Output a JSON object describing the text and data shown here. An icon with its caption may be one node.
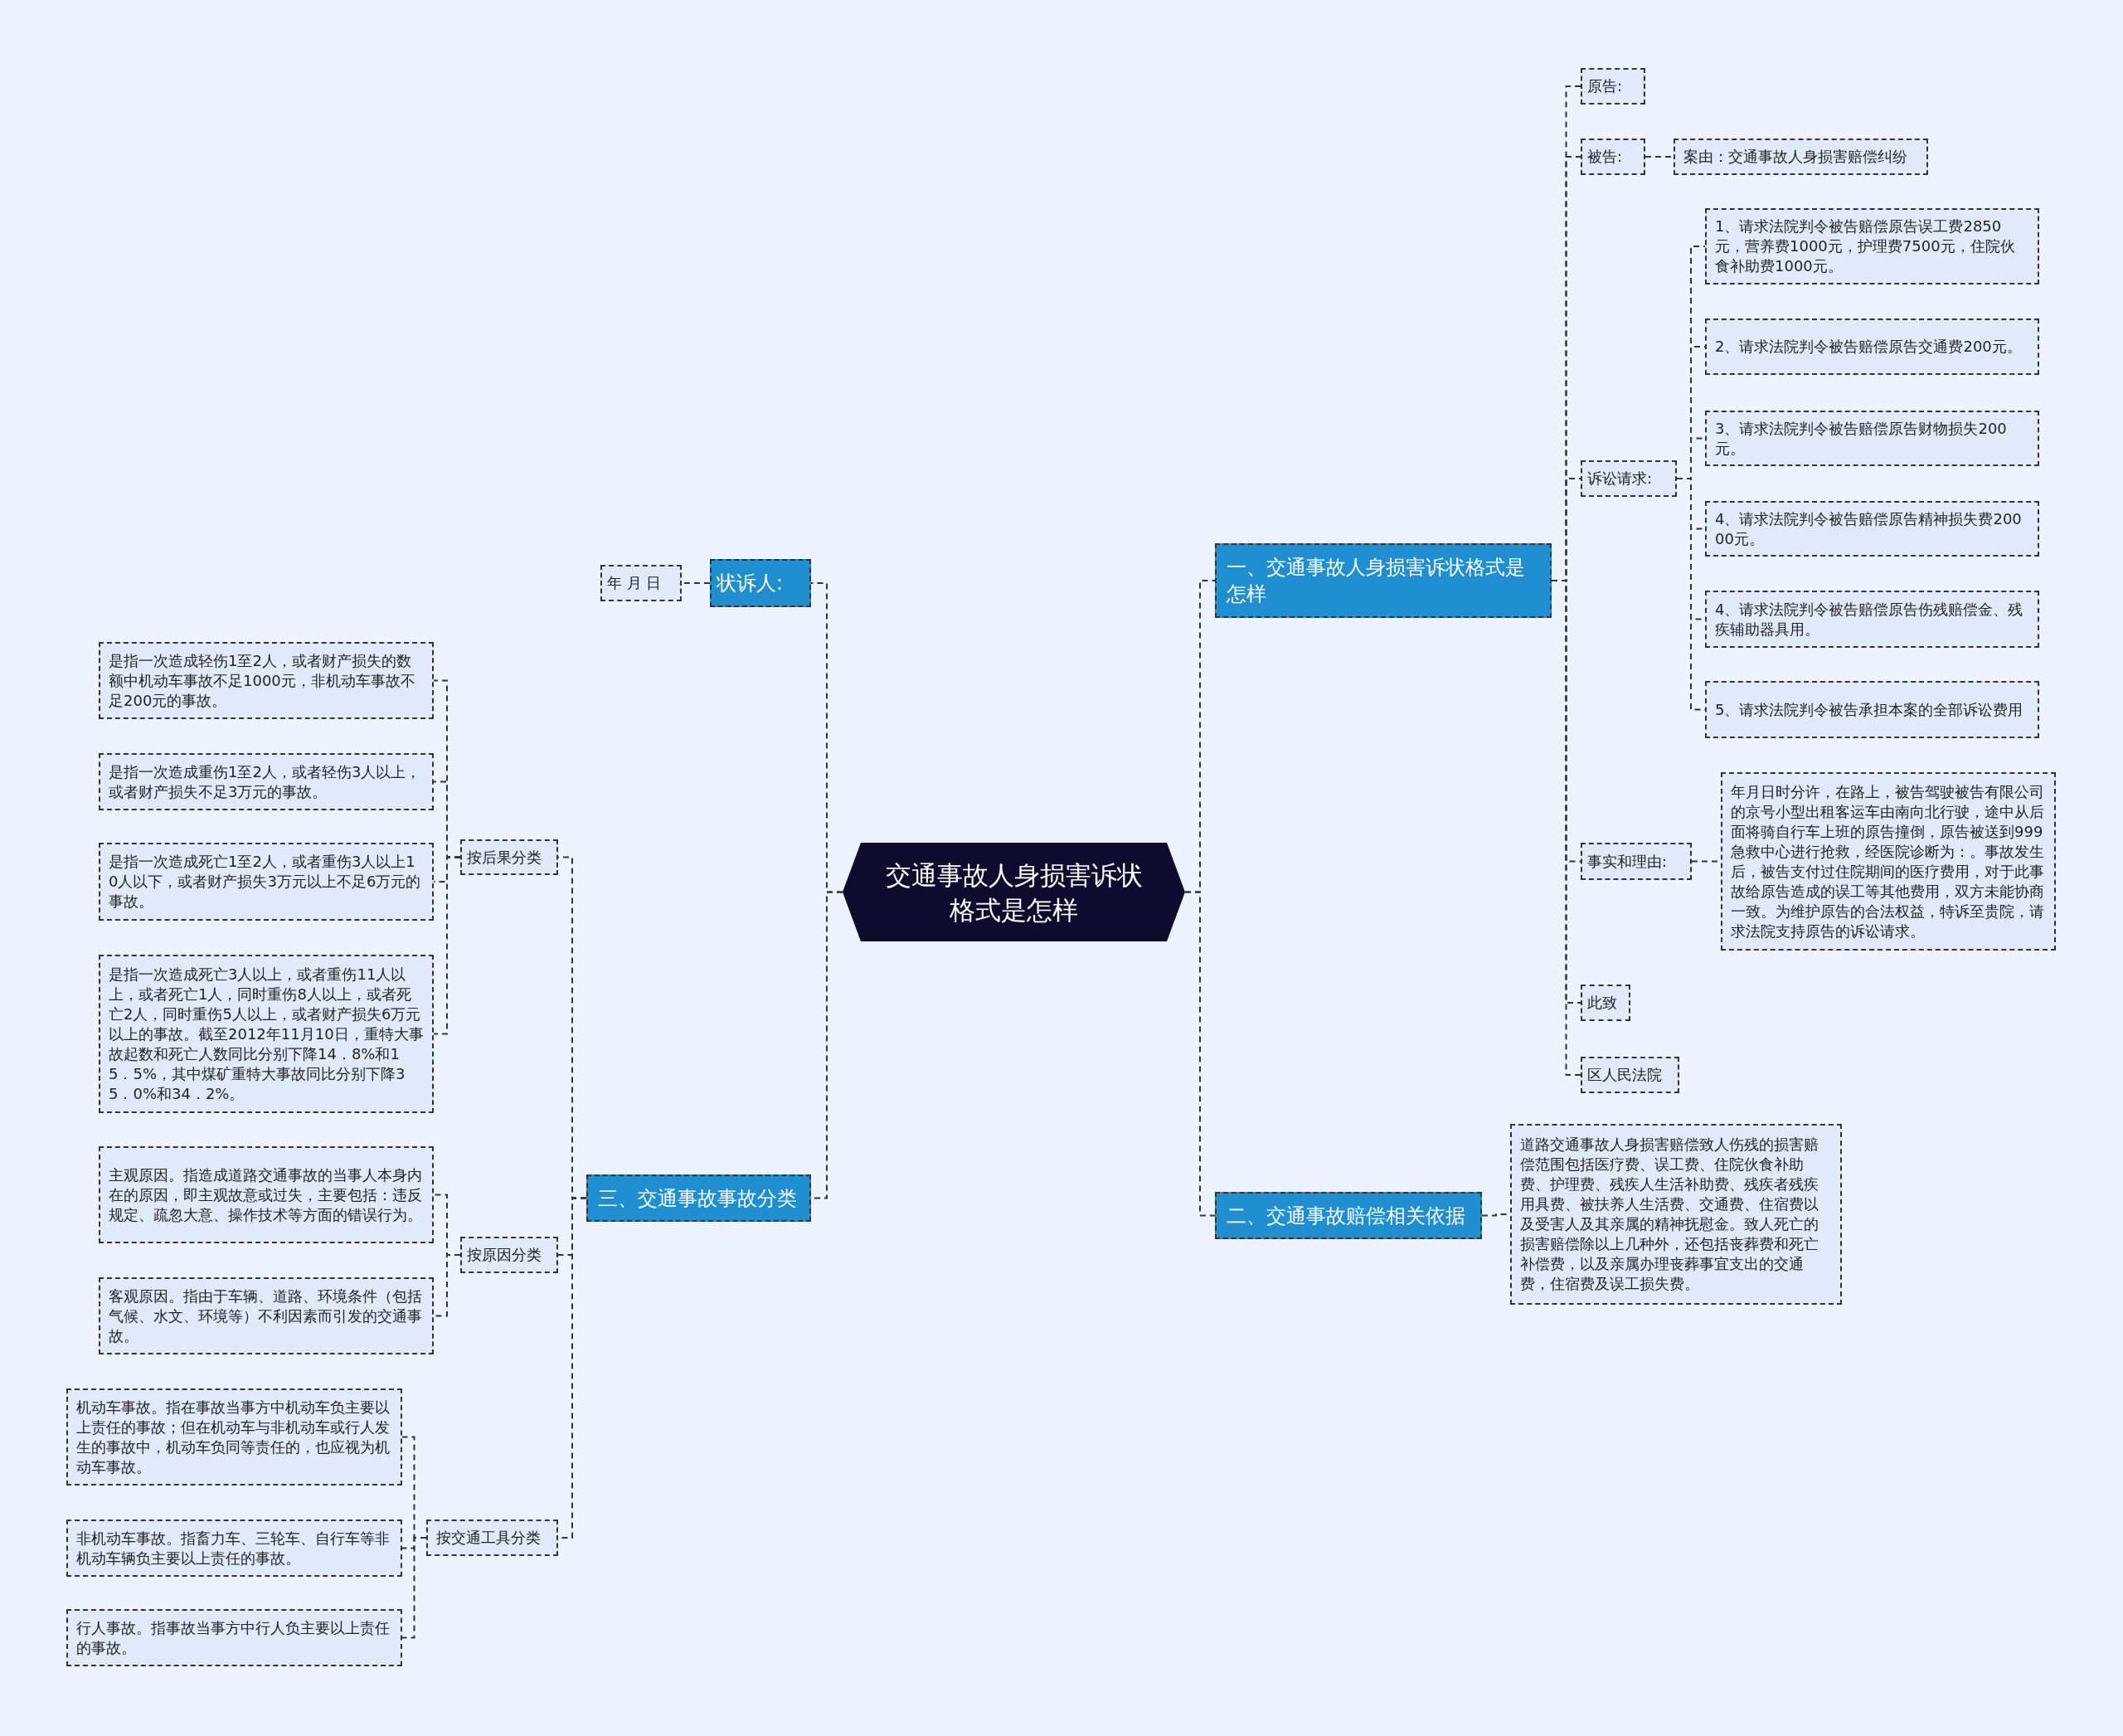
{
  "diagram": {
    "nodes": [
      {
        "text": [
          "交通事故人身损害诉状格式是怎样"
        ]
      },
      {
        "text": [
          "一、交通事故人身损害诉状格式是怎样"
        ]
      },
      {
        "text": [
          "原告:"
        ]
      },
      {
        "text": [
          "被告:"
        ]
      },
      {
        "text": [
          "案由：交通事故人身损害赔偿纠纷"
        ]
      },
      {
        "text": [
          "诉讼请求:"
        ]
      },
      {
        "text": [
          "1、请求法院判令被告赔偿原告误工费2850元，营养费1000元，护理费7500元，住院伙食补助费1000元。"
        ]
      },
      {
        "text": [
          "2、请求法院判令被告赔偿原告交通费200元。"
        ]
      },
      {
        "text": [
          "3、请求法院判令被告赔偿原告财物损失200元。"
        ]
      },
      {
        "text": [
          "4、请求法院判令被告赔偿原告精神损失费20000元。"
        ]
      },
      {
        "text": [
          "4、请求法院判令被告赔偿原告伤残赔偿金、残疾辅助器具用。"
        ]
      },
      {
        "text": [
          "5、请求法院判令被告承担本案的全部诉讼费用"
        ]
      },
      {
        "text": [
          "事实和理由:"
        ]
      },
      {
        "text": [
          "年月日时分许，在路上，被告驾驶被告有限公司的京号小型出租客运车由南向北行驶，途中从后面将骑自行车上班的原告撞倒，原告被送到999急救中心进行抢救，经医院诊断为：。事故发生后，被告支付过住院期间的医疗费用，对于此事故给原告造成的误工等其他费用，双方未能协商一致。为维护原告的合法权益，特诉至贵院，请求法院支持原告的诉讼请求。"
        ]
      },
      {
        "text": [
          "此致"
        ]
      },
      {
        "text": [
          "区人民法院"
        ]
      },
      {
        "text": [
          "二、交通事故赔偿相关依据"
        ]
      },
      {
        "text": [
          "道路交通事故人身损害赔偿致人伤残的损害赔偿范围包括医疗费、误工费、住院伙食补助费、护理费、残疾人生活补助费、残疾者残疾用具费、被扶养人生活费、交通费、住宿费以及受害人及其亲属的精神抚慰金。致人死亡的损害赔偿除以上几种外，还包括丧葬费和死亡补偿费，以及亲属办理丧葬事宜支出的交通费，住宿费及误工损失费。"
        ]
      },
      {
        "text": [
          "状诉人:"
        ]
      },
      {
        "text": [
          "年 月 日"
        ]
      },
      {
        "text": [
          "三、交通事故事故分类"
        ]
      },
      {
        "text": [
          "按后果分类"
        ]
      },
      {
        "text": [
          "是指一次造成轻伤1至2人，或者财产损失的数额中机动车事故不足1000元，非机动车事故不足200元的事故。"
        ]
      },
      {
        "text": [
          "是指一次造成重伤1至2人，或者轻伤3人以上，或者财产损失不足3万元的事故。"
        ]
      },
      {
        "text": [
          "是指一次造成死亡1至2人，或者重伤3人以上10人以下，或者财产损失3万元以上不足6万元的事故。"
        ]
      },
      {
        "text": [
          "是指一次造成死亡3人以上，或者重伤11人以上，或者死亡1人，同时重伤8人以上，或者死亡2人，同时重伤5人以上，或者财产损失6万元以上的事故。截至2012年11月10日，重特大事故起数和死亡人数同比分别下降14．8%和15．5%，其中煤矿重特大事故同比分别下降35．0%和34．2%。"
        ]
      },
      {
        "text": [
          "按原因分类"
        ]
      },
      {
        "text": [
          "主观原因。指造成道路交通事故的当事人本身内在的原因，即主观故意或过失，主要包括：违反规定、疏忽大意、操作技术等方面的错误行为。"
        ]
      },
      {
        "text": [
          "客观原因。指由于车辆、道路、环境条件（包括气候、水文、环境等）不利因素而引发的交通事故。"
        ]
      },
      {
        "text": [
          "按交通工具分类"
        ]
      },
      {
        "text": [
          "机动车事故。指在事故当事方中机动车负主要以上责任的事故；但在机动车与非机动车或行人发生的事故中，机动车负同等责任的，也应视为机动车事故。"
        ]
      },
      {
        "text": [
          "非机动车事故。指畜力车、三轮车、自行车等非机动车辆负主要以上责任的事故。"
        ]
      },
      {
        "text": [
          "行人事故。指事故当事方中行人负主要以上责任的事故。"
        ]
      }
    ],
    "edges": [
      {
        "from": 0,
        "to": 1,
        "arrow": "none"
      },
      {
        "from": 1,
        "to": 2,
        "arrow": "none"
      },
      {
        "from": 1,
        "to": 3,
        "arrow": "none"
      },
      {
        "from": 3,
        "to": 4,
        "arrow": "none"
      },
      {
        "from": 1,
        "to": 5,
        "arrow": "none"
      },
      {
        "from": 5,
        "to": 6,
        "arrow": "none"
      },
      {
        "from": 5,
        "to": 7,
        "arrow": "none"
      },
      {
        "from": 5,
        "to": 8,
        "arrow": "none"
      },
      {
        "from": 5,
        "to": 9,
        "arrow": "none"
      },
      {
        "from": 5,
        "to": 10,
        "arrow": "none"
      },
      {
        "from": 5,
        "to": 11,
        "arrow": "none"
      },
      {
        "from": 1,
        "to": 12,
        "arrow": "none"
      },
      {
        "from": 12,
        "to": 13,
        "arrow": "none"
      },
      {
        "from": 1,
        "to": 14,
        "arrow": "none"
      },
      {
        "from": 1,
        "to": 15,
        "arrow": "none"
      },
      {
        "from": 0,
        "to": 16,
        "arrow": "none"
      },
      {
        "from": 16,
        "to": 17,
        "arrow": "none"
      },
      {
        "from": 0,
        "to": 18,
        "arrow": "none"
      },
      {
        "from": 18,
        "to": 19,
        "arrow": "none"
      },
      {
        "from": 0,
        "to": 20,
        "arrow": "none"
      },
      {
        "from": 20,
        "to": 21,
        "arrow": "none"
      },
      {
        "from": 21,
        "to": 22,
        "arrow": "none"
      },
      {
        "from": 21,
        "to": 23,
        "arrow": "none"
      },
      {
        "from": 21,
        "to": 24,
        "arrow": "none"
      },
      {
        "from": 21,
        "to": 25,
        "arrow": "none"
      },
      {
        "from": 20,
        "to": 26,
        "arrow": "none"
      },
      {
        "from": 26,
        "to": 27,
        "arrow": "none"
      },
      {
        "from": 26,
        "to": 28,
        "arrow": "none"
      },
      {
        "from": 20,
        "to": 29,
        "arrow": "none"
      },
      {
        "from": 29,
        "to": 30,
        "arrow": "none"
      },
      {
        "from": 29,
        "to": 31,
        "arrow": "none"
      },
      {
        "from": 29,
        "to": 32,
        "arrow": "none"
      }
    ]
  }
}
